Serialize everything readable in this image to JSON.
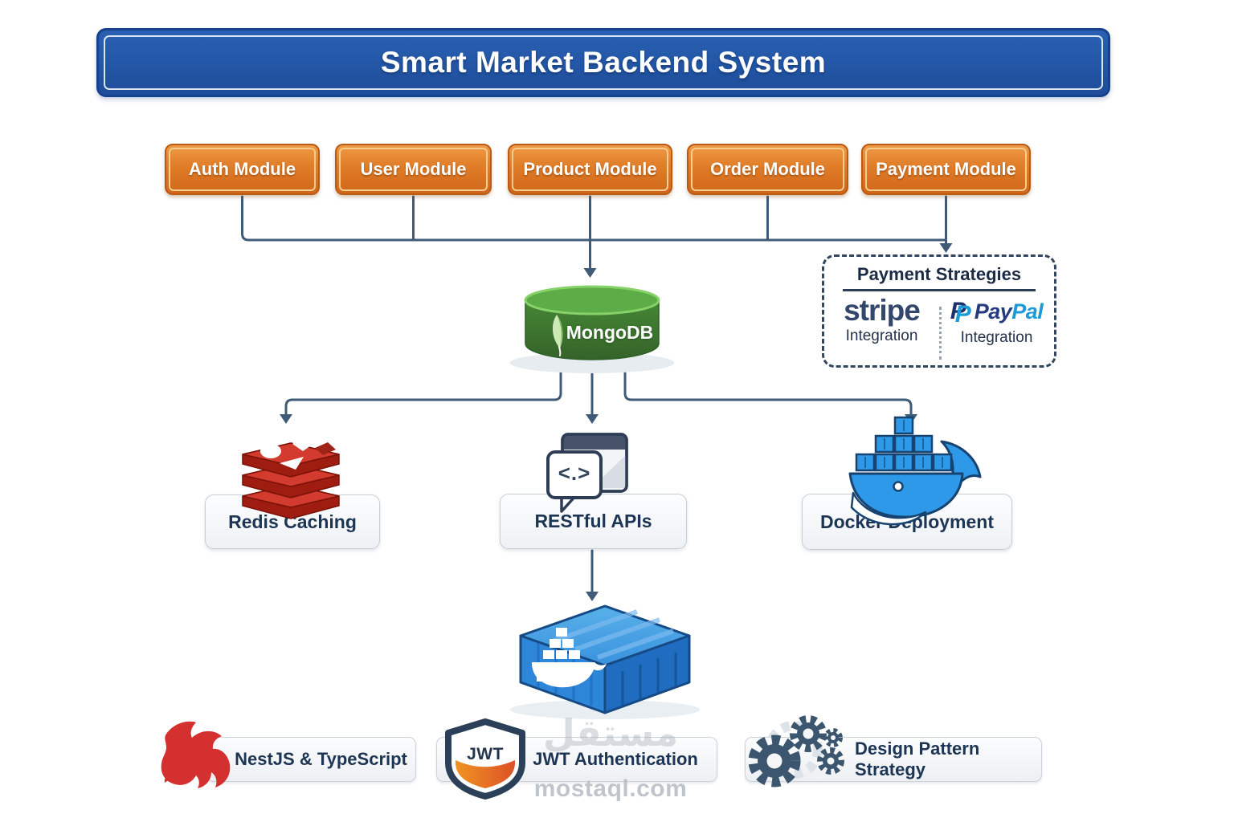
{
  "title": {
    "text": "Smart Market Backend System"
  },
  "modules": [
    {
      "label": "Auth Module"
    },
    {
      "label": "User Module"
    },
    {
      "label": "Product Module"
    },
    {
      "label": "Order Module"
    },
    {
      "label": "Payment Module"
    }
  ],
  "database": {
    "label": "MongoDB",
    "icon": "mongodb-leaf-icon"
  },
  "payment_strategies": {
    "title": "Payment Strategies",
    "providers": [
      {
        "name": "stripe",
        "caption": "Integration",
        "icon": "stripe-wordmark"
      },
      {
        "monogram": "P",
        "name_part1": "Pay",
        "name_part2": "Pal",
        "caption": "Integration",
        "icon": "paypal-logo"
      }
    ]
  },
  "branches": [
    {
      "label": "Redis Caching",
      "icon": "redis-stack-icon"
    },
    {
      "label": "RESTful APIs",
      "icon": "api-browser-icon",
      "glyph": "<.>"
    },
    {
      "label": "Docker Deployment",
      "icon": "docker-whale-icon"
    }
  ],
  "container": {
    "icon": "docker-container-icon"
  },
  "footer_items": [
    {
      "label": "NestJS & TypeScript",
      "icon": "nestjs-icon"
    },
    {
      "label": "JWT Authentication",
      "icon": "jwt-shield-icon",
      "badge": "JWT"
    },
    {
      "label": "Design Pattern Strategy",
      "icon": "gears-icon"
    }
  ],
  "watermark": {
    "arabic": "مستقل",
    "domain": "mostaql.com"
  },
  "colors": {
    "banner_blue": "#2356a6",
    "module_orange": "#e07c27",
    "connector_slate": "#3f5b78",
    "mongo_green": "#3f7c33",
    "redis_red": "#c6302b",
    "docker_blue": "#2e99e8",
    "navy_text": "#1d3554"
  }
}
